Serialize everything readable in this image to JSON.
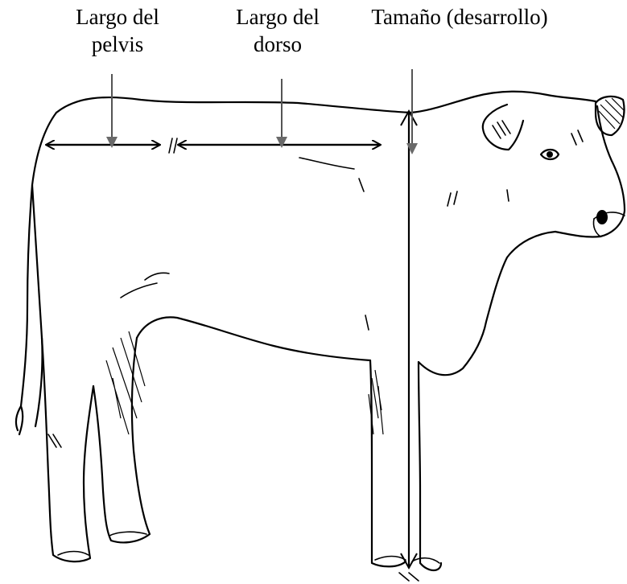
{
  "labels": {
    "pelvis_line1": "Largo del",
    "pelvis_line2": "pelvis",
    "dorso_line1": "Largo del",
    "dorso_line2": "dorso",
    "size": "Tamaño (desarrollo)"
  },
  "colors": {
    "ink": "#000000",
    "pointer": "#6a6a6a",
    "background": "#ffffff"
  }
}
